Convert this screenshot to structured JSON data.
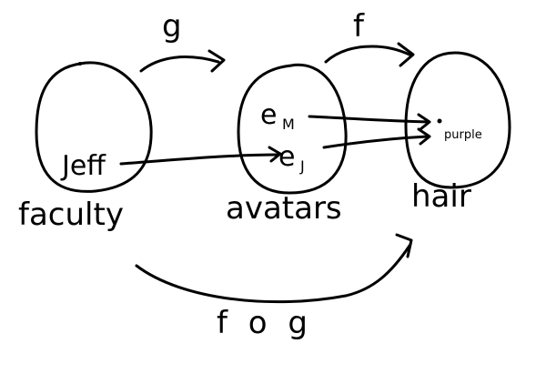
{
  "sets": {
    "faculty": {
      "label": "faculty",
      "elements": [
        "Jeff"
      ]
    },
    "avatars": {
      "label": "avatars",
      "elements": [
        "e",
        "e"
      ],
      "subscripts": [
        "M",
        "J"
      ]
    },
    "hair": {
      "label": "hair",
      "elements": [
        "purple"
      ]
    }
  },
  "functions": {
    "g": "g",
    "f": "f",
    "composite": "f o g"
  }
}
